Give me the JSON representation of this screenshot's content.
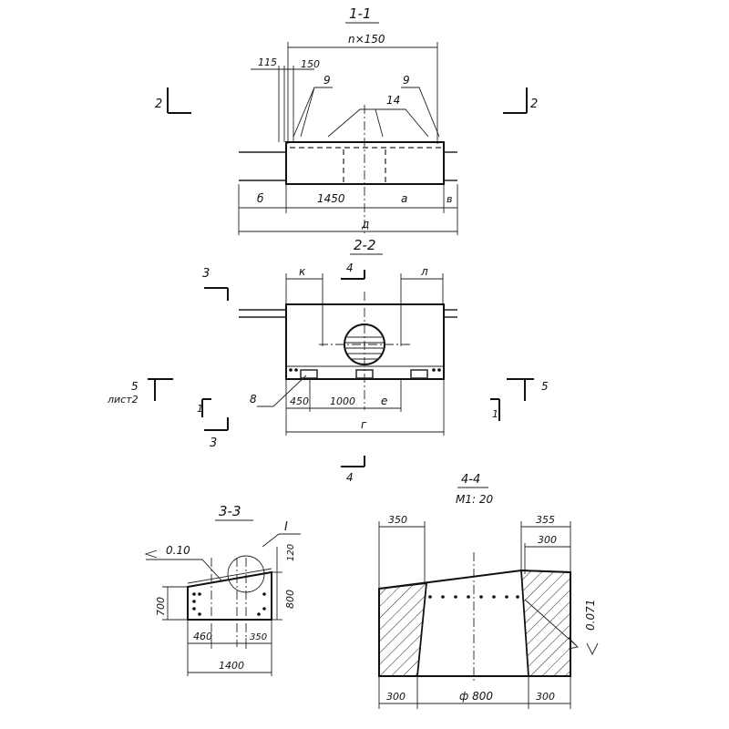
{
  "sections": {
    "s11": {
      "title": "1-1",
      "span_top": "n×150",
      "d115": "115",
      "d150": "150",
      "mark9a": "9",
      "mark9b": "9",
      "mark14": "14",
      "dim_b": "б",
      "dim_1450": "1450",
      "dim_a": "а",
      "dim_v": "в",
      "dim_d": "д",
      "cut2_left": "2",
      "cut2_right": "2"
    },
    "s22": {
      "title": "2-2",
      "dim_k": "к",
      "mark4": "4",
      "dim_l": "л",
      "cut3": "3",
      "cut3b": "3",
      "cut1": "1",
      "cut1b": "1",
      "cut5_left": "5",
      "sheet": "лист2",
      "cut5_right": "5",
      "mark8": "8",
      "d450": "450",
      "d1000": "1000",
      "dim_e": "е",
      "dim_g": "г",
      "cut4_bottom": "4"
    },
    "s33": {
      "title": "3-3",
      "slope": "0.10",
      "mark_I": "I",
      "d120": "120",
      "d700": "700",
      "d800": "800",
      "d460": "460",
      "d350": "350",
      "d1400": "1400"
    },
    "s44": {
      "title": "4-4",
      "scale": "М1: 20",
      "d350": "350",
      "d355": "355",
      "d300top": "300",
      "slope": "0.071",
      "d300l": "300",
      "dia": "ф 800",
      "d300r": "300"
    }
  }
}
